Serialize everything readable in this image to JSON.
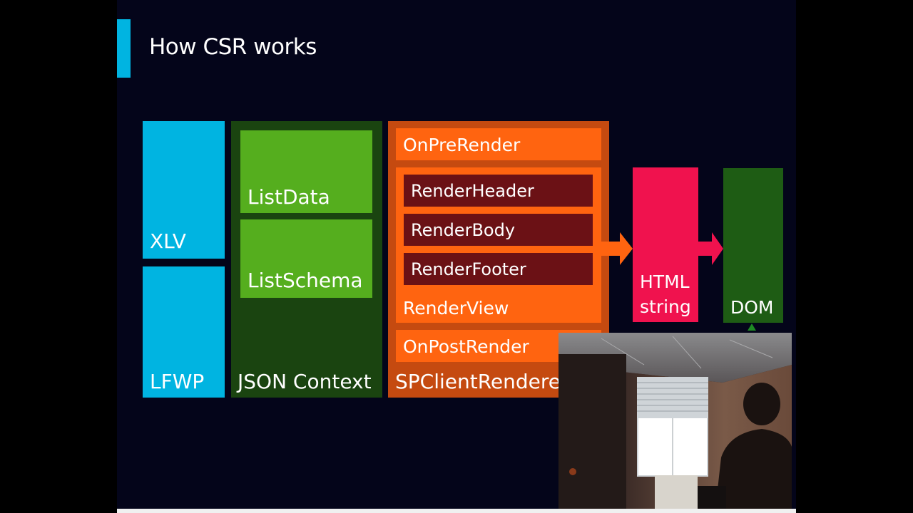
{
  "slide": {
    "title": "How CSR works"
  },
  "diagram": {
    "xlv": "XLV",
    "lfwp": "LFWP",
    "json_context": "JSON Context",
    "list_data": "ListData",
    "list_schema": "ListSchema",
    "on_pre_render": "OnPreRender",
    "render_header": "RenderHeader",
    "render_body": "RenderBody",
    "render_footer": "RenderFooter",
    "render_view": "RenderView",
    "on_post_render": "OnPostRender",
    "renderer_caption": "SPClientRenderer.Re",
    "html_line1": "HTML",
    "html_line2": "string",
    "dom": "DOM"
  },
  "colors": {
    "background": "#04051a",
    "cyan": "#00b4e1",
    "dark_green": "#1a4410",
    "light_green": "#55ae1e",
    "orange": "#ff6410",
    "burnt_orange": "#c54a10",
    "maroon": "#6b1115",
    "pink": "#f0124e",
    "dom_green": "#1e5c14"
  }
}
